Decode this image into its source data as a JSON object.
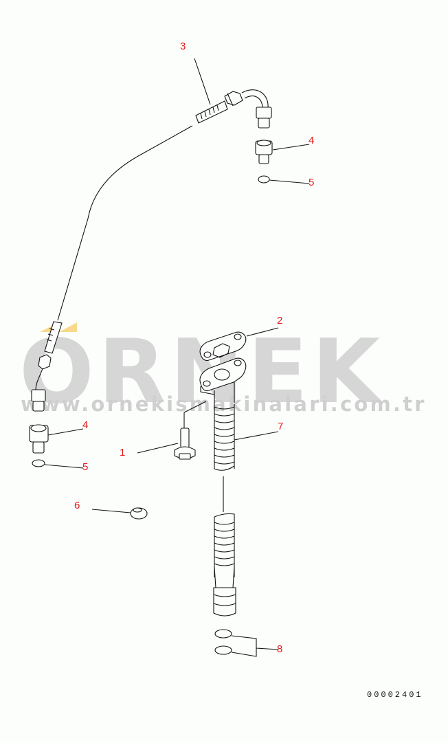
{
  "watermark": {
    "brand": "ORNEK",
    "url": "www.ornekismakinalari.com.tr",
    "color": "#d6d6d6",
    "accent_color": "#f8d98c"
  },
  "callouts": [
    {
      "id": "1",
      "label": "1",
      "part": "bolt"
    },
    {
      "id": "2",
      "label": "2",
      "part": "gasket"
    },
    {
      "id": "3",
      "label": "3",
      "part": "oil-tube"
    },
    {
      "id": "4a",
      "label": "4",
      "part": "joint-nut-upper"
    },
    {
      "id": "5a",
      "label": "5",
      "part": "o-ring-upper"
    },
    {
      "id": "4b",
      "label": "4",
      "part": "joint-nut-lower"
    },
    {
      "id": "5b",
      "label": "5",
      "part": "o-ring-lower"
    },
    {
      "id": "6",
      "label": "6",
      "part": "cap"
    },
    {
      "id": "7",
      "label": "7",
      "part": "drain-hose"
    },
    {
      "id": "8",
      "label": "8",
      "part": "o-rings"
    }
  ],
  "drawing_number": "00002401",
  "colors": {
    "callout": "#e11a1a",
    "line": "#111111",
    "background": "#fcfefc"
  }
}
